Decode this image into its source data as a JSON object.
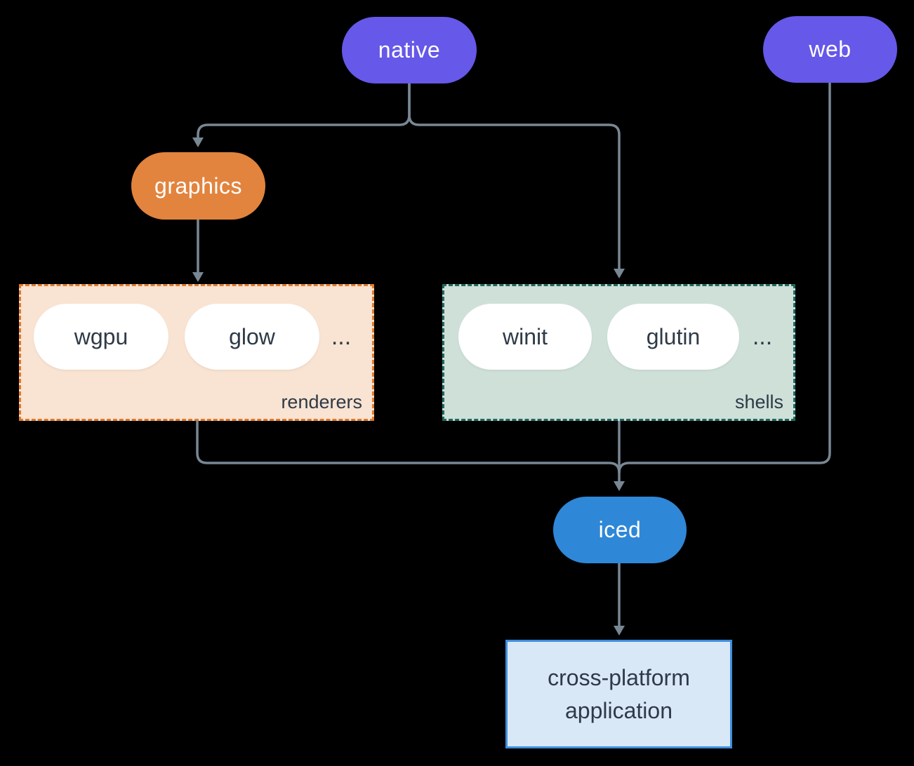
{
  "diagram": {
    "background_color": "#000000",
    "edge_color": "#788794",
    "nodes": {
      "native": {
        "label": "native",
        "fill": "#6658E8",
        "text_color": "#FFFFFF"
      },
      "web": {
        "label": "web",
        "fill": "#6658E8",
        "text_color": "#FFFFFF"
      },
      "graphics": {
        "label": "graphics",
        "fill": "#E2843E",
        "text_color": "#FFFFFF"
      },
      "iced": {
        "label": "iced",
        "fill": "#2F87D7",
        "text_color": "#FFFFFF"
      },
      "application": {
        "lines": [
          "cross-platform",
          "application"
        ],
        "fill": "#D9E8F7",
        "border_color": "#3E8EDE",
        "text_color": "#2E3A47"
      }
    },
    "groups": {
      "renderers": {
        "label": "renderers",
        "items": [
          "wgpu",
          "glow",
          "..."
        ],
        "fill": "#F9E3D2",
        "border_color": "#DF7B2C",
        "item_fill": "#FFFFFF",
        "item_text_color": "#2E3A47"
      },
      "shells": {
        "label": "shells",
        "items": [
          "winit",
          "glutin",
          "..."
        ],
        "fill": "#CFE0D9",
        "border_color": "#1F6B5E",
        "item_fill": "#FFFFFF",
        "item_text_color": "#2E3A47"
      }
    },
    "edges": [
      {
        "from": "native",
        "to": "graphics"
      },
      {
        "from": "native",
        "to": "shells"
      },
      {
        "from": "graphics",
        "to": "renderers"
      },
      {
        "from": "renderers",
        "to": "iced"
      },
      {
        "from": "shells",
        "to": "iced"
      },
      {
        "from": "web",
        "to": "iced"
      },
      {
        "from": "iced",
        "to": "application"
      }
    ]
  }
}
